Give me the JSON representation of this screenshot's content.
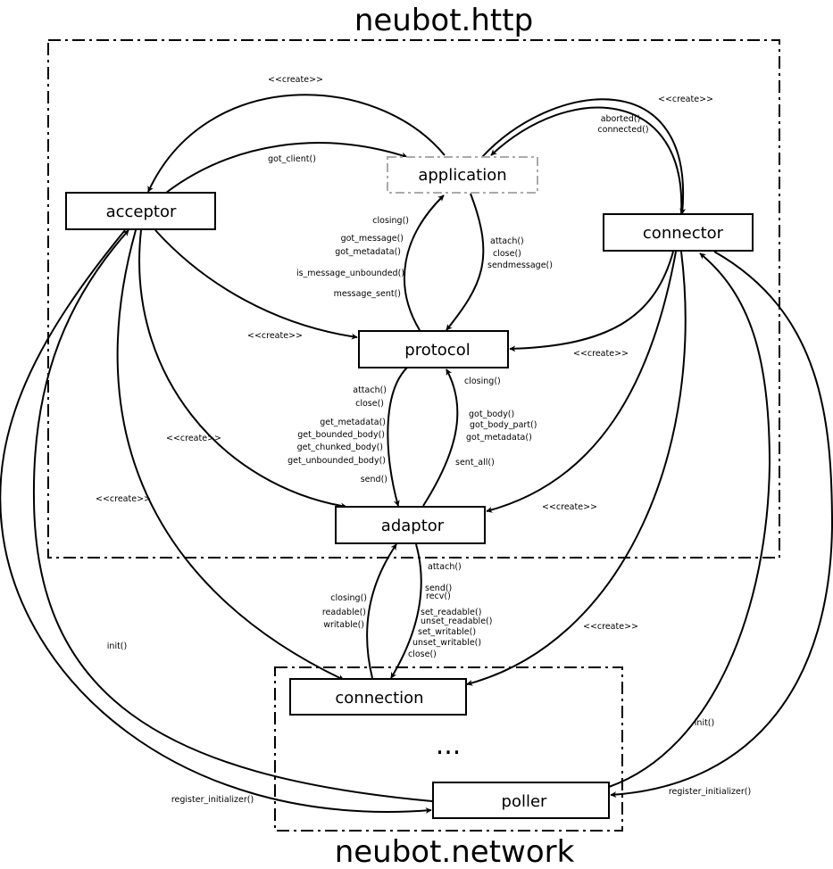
{
  "packages": {
    "http_title": "neubot.http",
    "network_title": "neubot.network"
  },
  "nodes": {
    "application": "application",
    "acceptor": "acceptor",
    "connector": "connector",
    "protocol": "protocol",
    "adaptor": "adaptor",
    "connection": "connection",
    "poller": "poller",
    "ellipsis": "..."
  },
  "labels": {
    "create_top_left": "<<create>>",
    "got_client": "got_client()",
    "create_top_right": "<<create>>",
    "aborted": "aborted()",
    "connected": "connected()",
    "closing_app": "closing()",
    "got_message": "got_message()",
    "got_metadata_app": "got_metadata()",
    "is_message_unbounded": "is_message_unbounded()",
    "message_sent": "message_sent()",
    "attach_app": "attach()",
    "close_app": "close()",
    "sendmessage": "sendmessage()",
    "create_acc_proto": "<<create>>",
    "create_conn_proto": "<<create>>",
    "attach_proto": "attach()",
    "close_proto": "close()",
    "get_metadata": "get_metadata()",
    "get_bounded_body": "get_bounded_body()",
    "get_chunked_body": "get_chunked_body()",
    "get_unbounded_body": "get_unbounded_body()",
    "send_proto": "send()",
    "closing_proto": "closing()",
    "got_body": "got_body()",
    "got_body_part": "got_body_part()",
    "got_metadata_proto": "got_metadata()",
    "sent_all": "sent_all()",
    "create_acc_adaptor": "<<create>>",
    "create_conn_adaptor": "<<create>>",
    "create_acc_connection": "<<create>>",
    "create_conn_connection": "<<create>>",
    "closing_conn": "closing()",
    "readable": "readable()",
    "writable": "writable()",
    "attach_adaptor": "attach()",
    "send_adaptor": "send()",
    "recv": "recv()",
    "set_readable": "set_readable()",
    "unset_readable": "unset_readable()",
    "set_writable": "set_writable()",
    "unset_writable": "unset_writable()",
    "close_adaptor": "close()",
    "init_left": "init()",
    "init_right": "init()",
    "register_initializer_left": "register_initializer()",
    "register_initializer_right": "register_initializer()"
  }
}
